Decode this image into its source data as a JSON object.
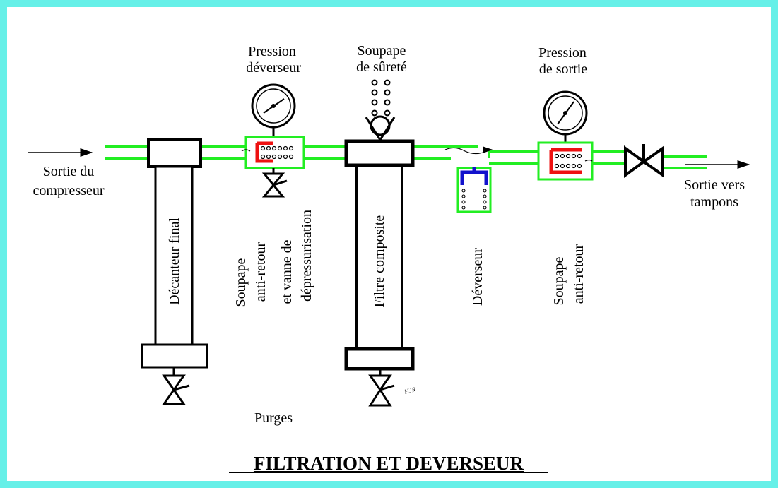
{
  "title": "FILTRATION ET DEVERSEUR",
  "colors": {
    "background": "#66f0e8",
    "pipe": "#22ee22",
    "check_valve_element": "#ee1111",
    "relief_valve": "#1111cc",
    "line": "#000000"
  },
  "labels": {
    "inlet_line1": "Sortie du",
    "inlet_line2": "compresseur",
    "outlet_line1": "Sortie vers",
    "outlet_line2": "tampons",
    "pressure_relief_line1": "Pression",
    "pressure_relief_line2": "déverseur",
    "safety_valve_line1": "Soupape",
    "safety_valve_line2": "de sûreté",
    "pressure_out_line1": "Pression",
    "pressure_out_line2": "de sortie",
    "final_separator": "Décanteur final",
    "checkvalve1_line1": "Soupape",
    "checkvalve1_line2": "anti-retour",
    "checkvalve1_line3": "et vanne de",
    "checkvalve1_line4": "dépressurisation",
    "composite_filter": "Filtre composite",
    "relief_valve": "Déverseur",
    "checkvalve2_line1": "Soupape",
    "checkvalve2_line2": "anti-retour",
    "purges": "Purges",
    "signature": "HJR"
  },
  "icons": {
    "gauge": "pressure-gauge-icon",
    "valve": "gate-valve-icon",
    "check": "check-valve-icon",
    "relief": "relief-valve-icon"
  }
}
